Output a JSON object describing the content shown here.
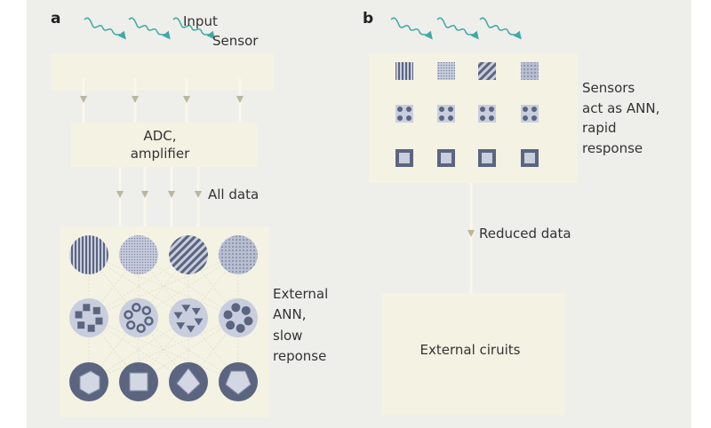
{
  "panel_a": {
    "label": "a",
    "input_label": "Input",
    "sensor_label": "Sensor",
    "adc_line1": "ADC,",
    "adc_line2": "amplifier",
    "all_data_label": "All data",
    "ann_lines": [
      "External",
      "ANN,",
      "slow",
      "reponse"
    ]
  },
  "panel_b": {
    "label": "b",
    "sensor_lines": [
      "Sensors",
      "act as ANN,",
      "rapid",
      "response"
    ],
    "reduced_data_label": "Reduced data",
    "external_label": "External ciruits"
  },
  "colors": {
    "background": "#eeeeea",
    "box": "#f4f2e3",
    "wave": "#3fa9a6",
    "shape": "#5b6580",
    "shape_light": "#c9cede",
    "connector": "#b9b79c"
  }
}
